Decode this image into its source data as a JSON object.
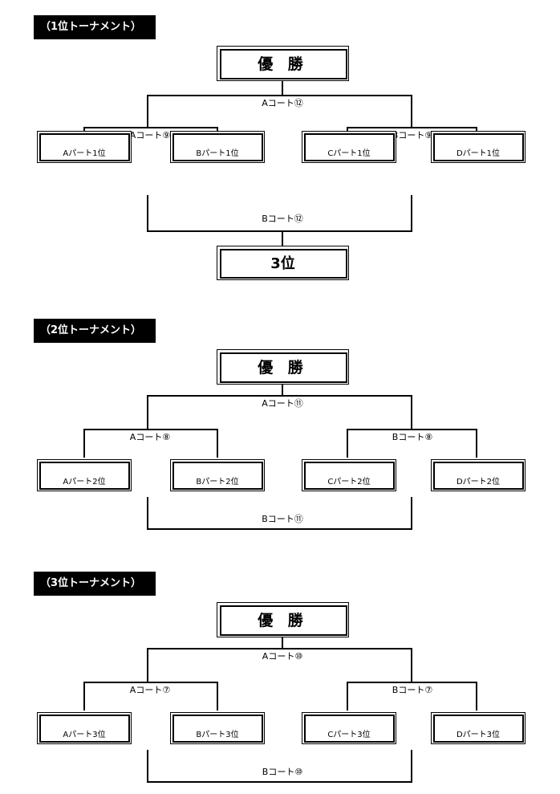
{
  "sections": [
    {
      "title": "（1位トーナメント）",
      "winner": "優 勝",
      "final_court": "Aコート⑫",
      "left_semi_court": "Aコート⑨",
      "right_semi_court": "Bコート⑨",
      "teams": [
        "Aパート1位",
        "Bパート1位",
        "Cパート1位",
        "Dパート1位"
      ],
      "third_place_court": "Bコート⑫",
      "third_place_label": "3位"
    },
    {
      "title": "（2位トーナメント）",
      "winner": "優 勝",
      "final_court": "Aコート⑪",
      "left_semi_court": "Aコート⑧",
      "right_semi_court": "Bコート⑧",
      "teams": [
        "Aパート2位",
        "Bパート2位",
        "Cパート2位",
        "Dパート2位"
      ],
      "third_place_court": "Bコート⑪"
    },
    {
      "title": "（3位トーナメント）",
      "winner": "優 勝",
      "final_court": "Aコート⑩",
      "left_semi_court": "Aコート⑦",
      "right_semi_court": "Bコート⑦",
      "teams": [
        "Aパート3位",
        "Bパート3位",
        "Cパート3位",
        "Dパート3位"
      ],
      "third_place_court": "Bコート⑩"
    }
  ]
}
